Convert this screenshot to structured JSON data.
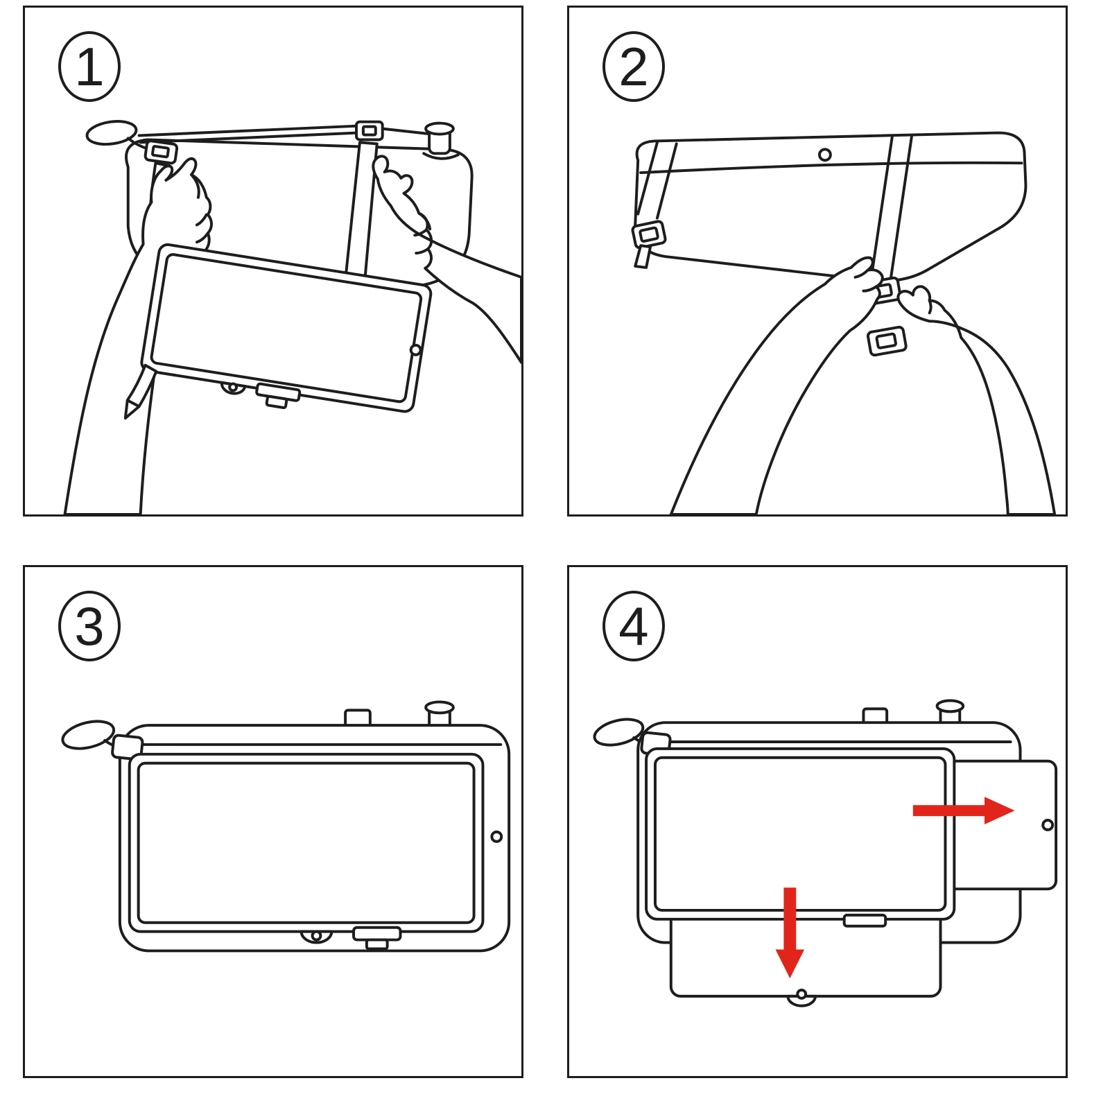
{
  "colors": {
    "line": "#1d1d1d",
    "arrow_red": "#e2251a",
    "background": "#ffffff"
  },
  "steps": [
    {
      "number": "1"
    },
    {
      "number": "2"
    },
    {
      "number": "3"
    },
    {
      "number": "4"
    }
  ],
  "annotations": {
    "arrows": [
      {
        "name": "slide-right-arrow",
        "direction": "right",
        "color": "#e2251a"
      },
      {
        "name": "pull-down-arrow",
        "direction": "down",
        "color": "#e2251a"
      }
    ]
  }
}
